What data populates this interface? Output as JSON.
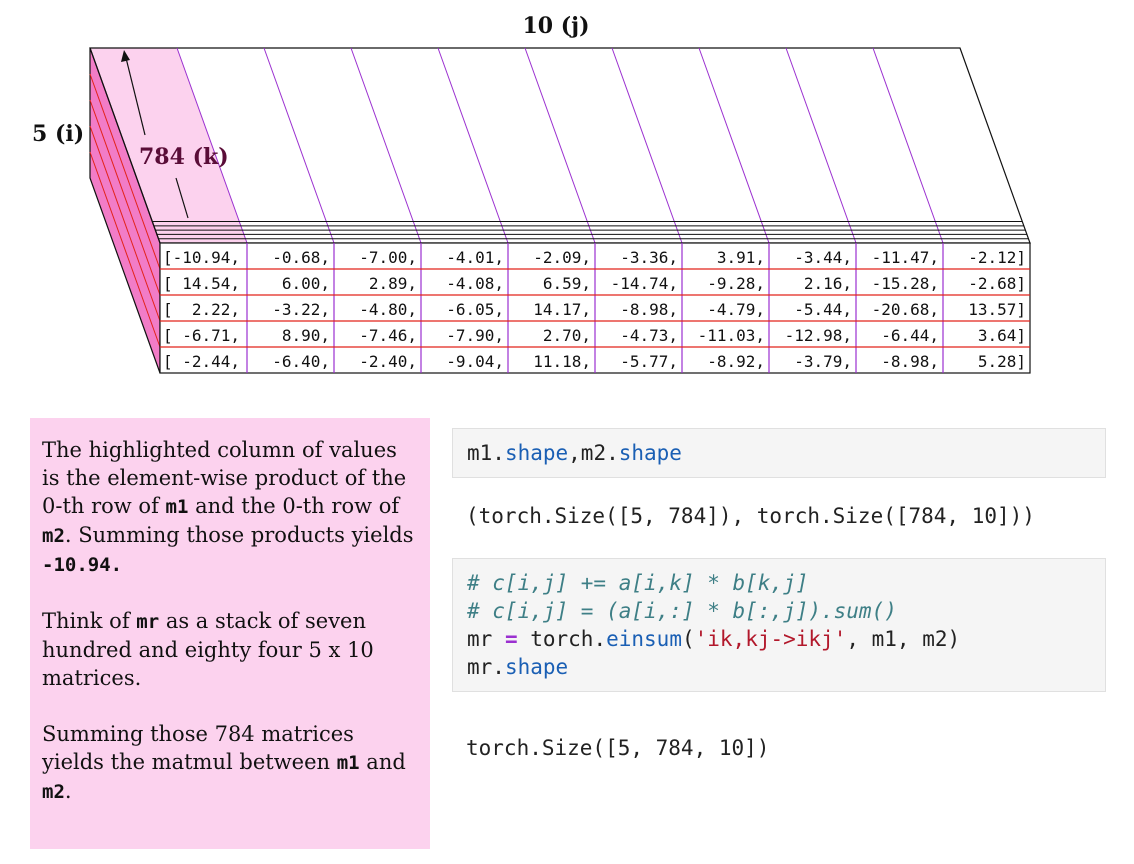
{
  "diagram": {
    "label_j": "10 (j)",
    "label_i": "5 (i)",
    "label_k": "784 (k)",
    "rows": [
      [
        "[-10.94,",
        "-0.68,",
        "-7.00,",
        "-4.01,",
        "-2.09,",
        "-3.36,",
        "3.91,",
        "-3.44,",
        "-11.47,",
        "-2.12]"
      ],
      [
        "[ 14.54,",
        "6.00,",
        "2.89,",
        "-4.08,",
        "6.59,",
        "-14.74,",
        "-9.28,",
        "2.16,",
        "-15.28,",
        "-2.68]"
      ],
      [
        "[  2.22,",
        "-3.22,",
        "-4.80,",
        "-6.05,",
        "14.17,",
        "-8.98,",
        "-4.79,",
        "-5.44,",
        "-20.68,",
        "13.57]"
      ],
      [
        "[ -6.71,",
        "8.90,",
        "-7.46,",
        "-7.90,",
        "2.70,",
        "-4.73,",
        "-11.03,",
        "-12.98,",
        "-6.44,",
        "3.64]"
      ],
      [
        "[ -2.44,",
        "-6.40,",
        "-2.40,",
        "-9.04,",
        "11.18,",
        "-5.77,",
        "-8.92,",
        "-3.79,",
        "-8.98,",
        "5.28]"
      ]
    ],
    "colors": {
      "highlight": "#fcd2ee",
      "highlight_edge": "#f27cc7",
      "column_divider": "#9b30d0",
      "row_divider": "#e2231a"
    }
  },
  "note": {
    "p1": {
      "t1": "The highlighted column of values is the element-wise product of the 0-th row of ",
      "c1": "m1",
      "t2": " and the 0-th row of ",
      "c2": "m2",
      "t3": ". Summing those products yields ",
      "c3": "-10.94."
    },
    "p2": {
      "t1": "Think of ",
      "c1": "mr",
      "t2": " as a stack of seven hundred and eighty four 5 x 10 matrices."
    },
    "p3": {
      "t1": "Summing those 784 matrices yields the matmul between ",
      "c1": "m1",
      "t2": " and ",
      "c2": "m2",
      "t3": "."
    }
  },
  "code": {
    "cell1": {
      "a": "m1.",
      "b": "shape",
      "c": ",m2.",
      "d": "shape"
    },
    "out1": "(torch.Size([5, 784]), torch.Size([784, 10]))",
    "cell2": {
      "comment1": "# c[i,j] += a[i,k] * b[k,j]",
      "comment2": "# c[i,j] = (a[i,:] * b[:,j]).sum()",
      "l3a": "mr ",
      "l3op": "=",
      "l3b": " torch.",
      "l3fn": "einsum",
      "l3c": "(",
      "l3str": "'ik,kj->ikj'",
      "l3d": ", m1, m2)",
      "l4a": "mr.",
      "l4b": "shape"
    },
    "out2": "torch.Size([5, 784, 10])"
  }
}
